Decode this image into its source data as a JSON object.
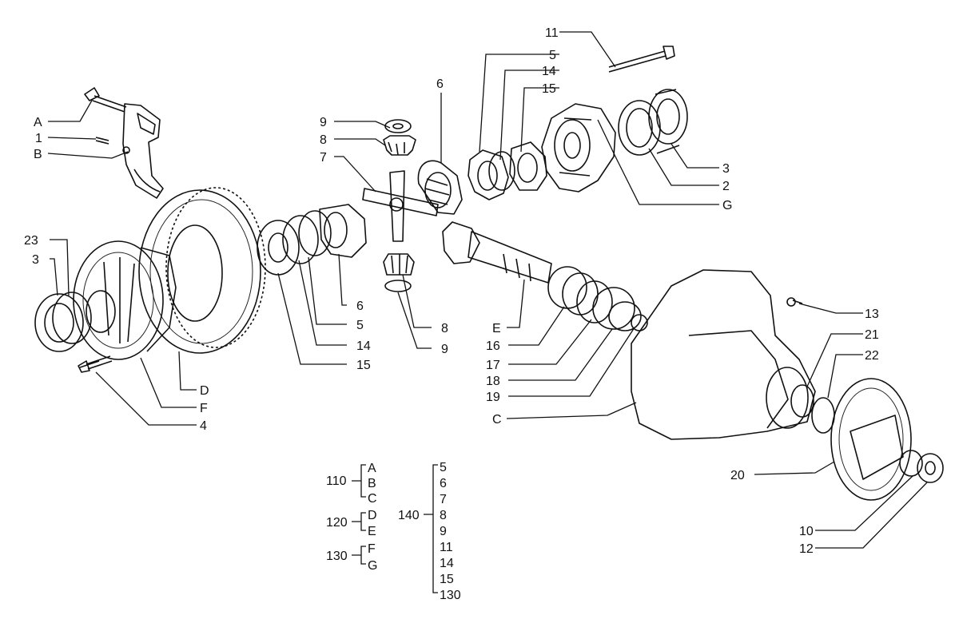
{
  "callouts": {
    "c11": "11",
    "c5a": "5",
    "c14a": "14",
    "c15a": "15",
    "c6a": "6",
    "c9a": "9",
    "c8a": "8",
    "c7": "7",
    "cA": "A",
    "c1": "1",
    "cB": "B",
    "c3a": "3",
    "c2": "2",
    "cG": "G",
    "c23": "23",
    "c3b": "3",
    "c6b": "6",
    "c5b": "5",
    "c14b": "14",
    "c15b": "15",
    "c8b": "8",
    "c9b": "9",
    "cE": "E",
    "c16": "16",
    "c17": "17",
    "c18": "18",
    "c19": "19",
    "c13": "13",
    "c21": "21",
    "c22": "22",
    "cD": "D",
    "cF": "F",
    "c4": "4",
    "cC": "C",
    "c20": "20",
    "c10": "10",
    "c12": "12"
  },
  "groups": {
    "g110": {
      "code": "110",
      "items": [
        "A",
        "B",
        "C"
      ]
    },
    "g120": {
      "code": "120",
      "items": [
        "D",
        "E"
      ]
    },
    "g130": {
      "code": "130",
      "items": [
        "F",
        "G"
      ]
    },
    "g140": {
      "code": "140",
      "items": [
        "5",
        "6",
        "7",
        "8",
        "9",
        "11",
        "14",
        "15",
        "130"
      ]
    }
  }
}
